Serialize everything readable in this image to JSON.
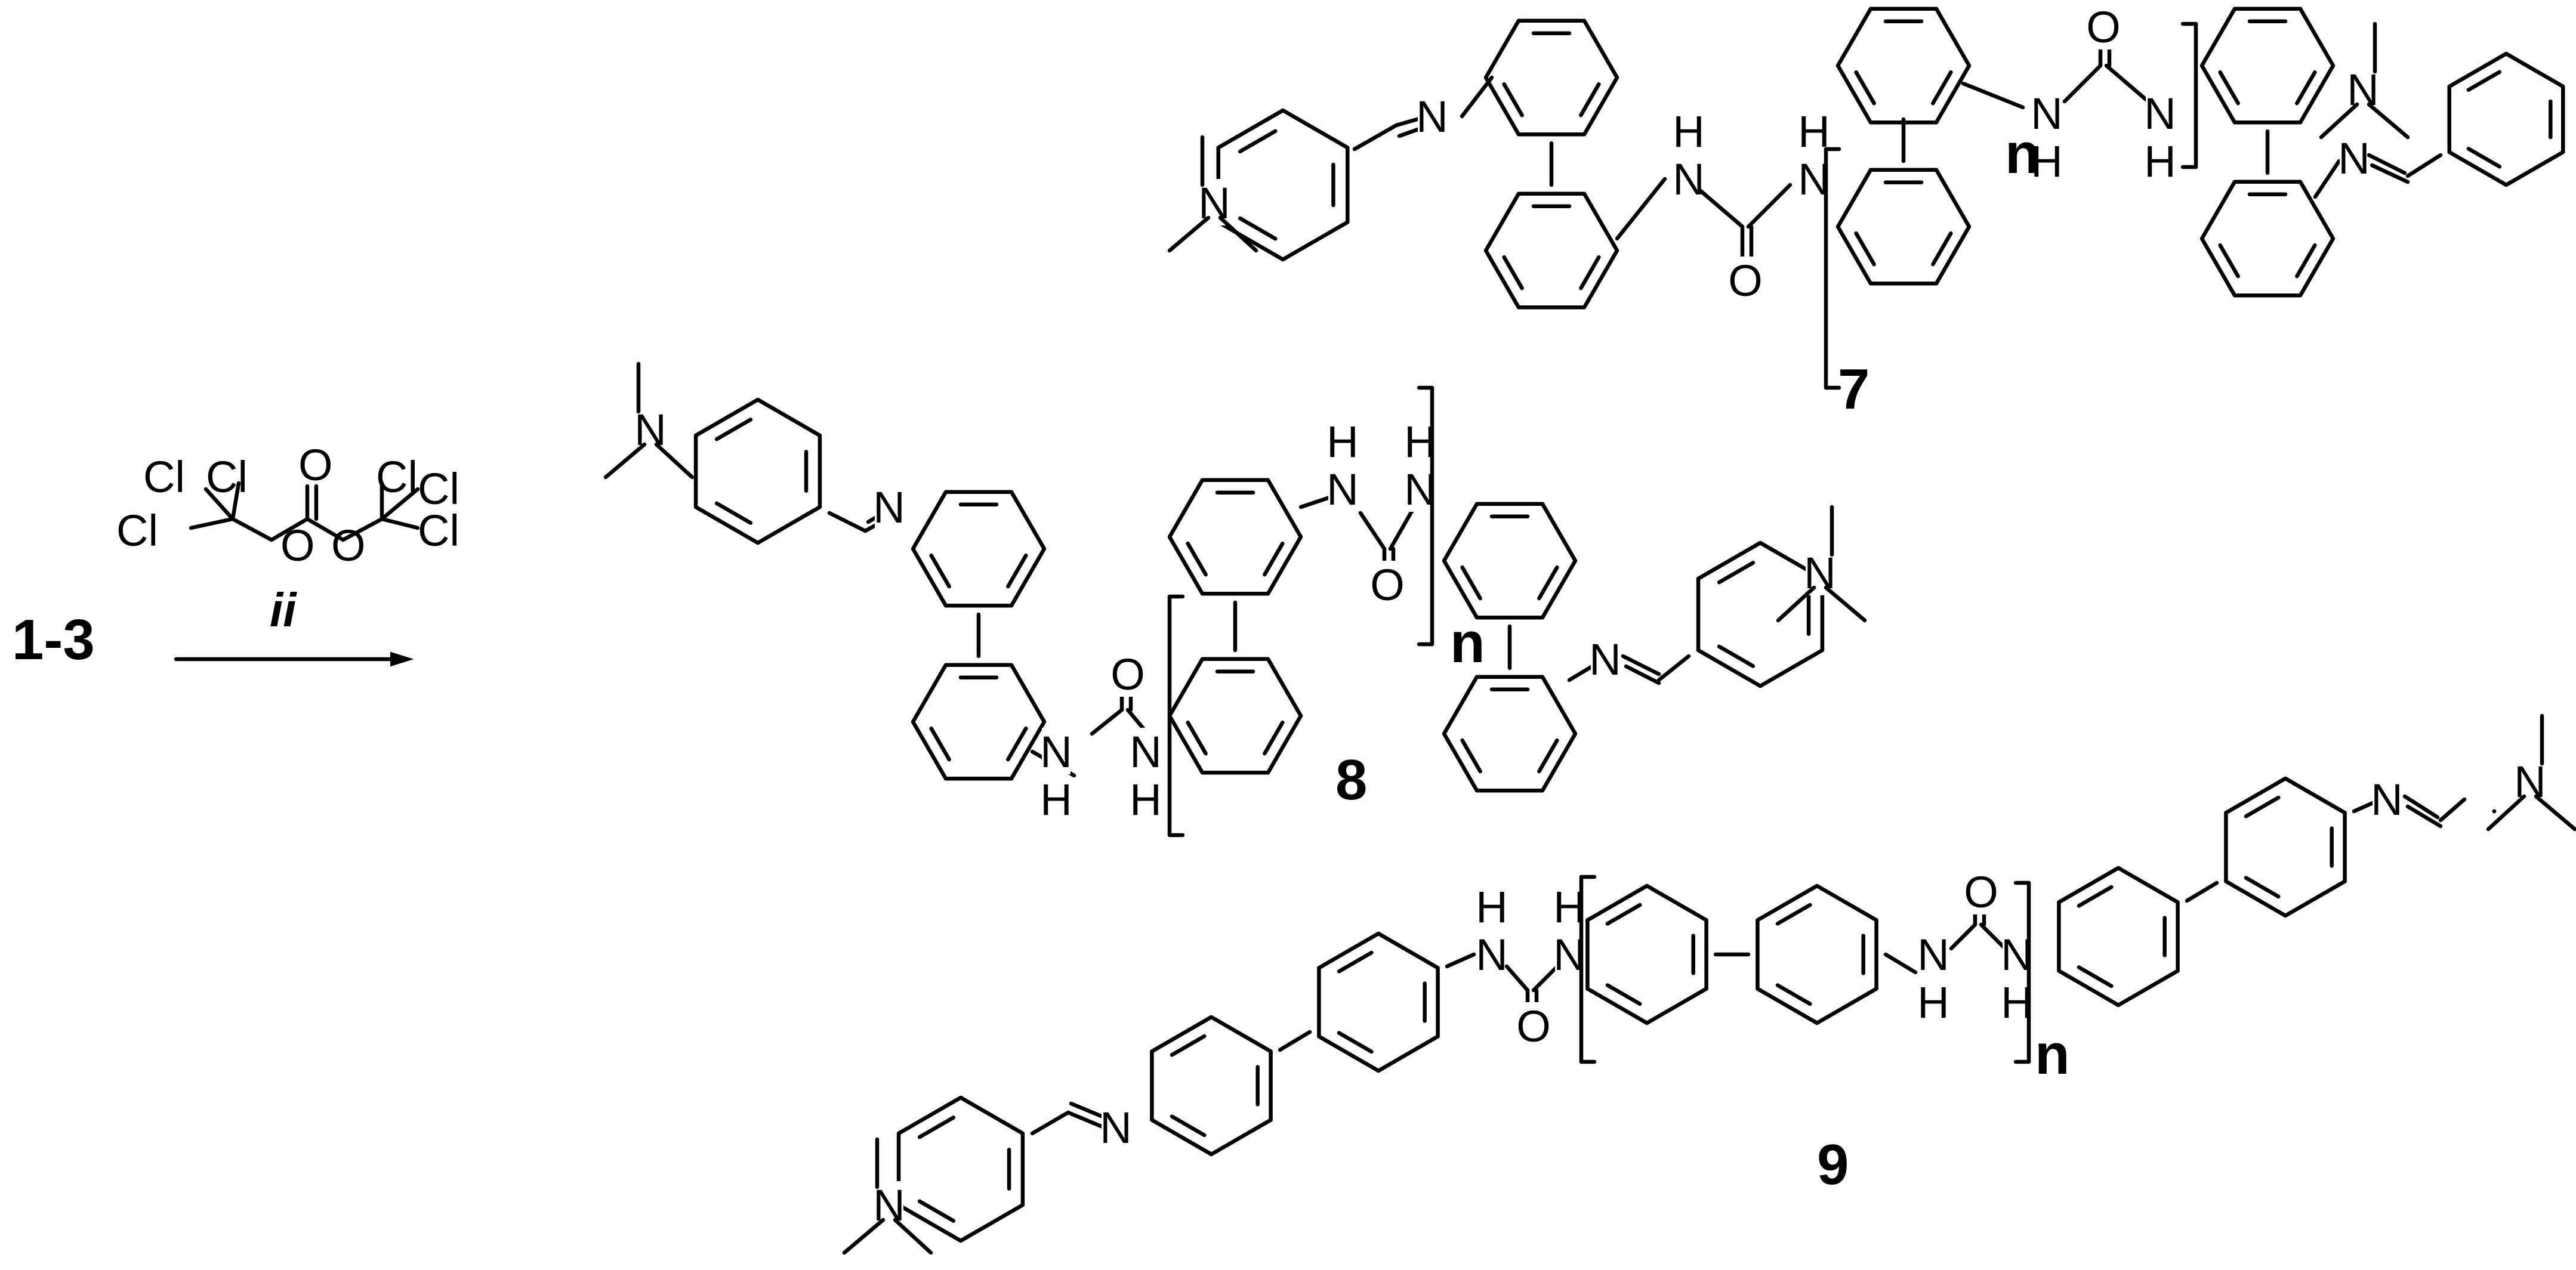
{
  "scheme": {
    "starting_material": "1-3",
    "condition": "ii",
    "reagent_atoms": {
      "chlorine": "Cl",
      "oxygen": "O"
    },
    "atom_labels": {
      "nitrogen": "N",
      "oxygen": "O",
      "nh_n": "N",
      "nh_h": "H",
      "repeat_subscript": "n"
    },
    "products": [
      {
        "label": "7"
      },
      {
        "label": "8"
      },
      {
        "label": "9"
      }
    ]
  }
}
